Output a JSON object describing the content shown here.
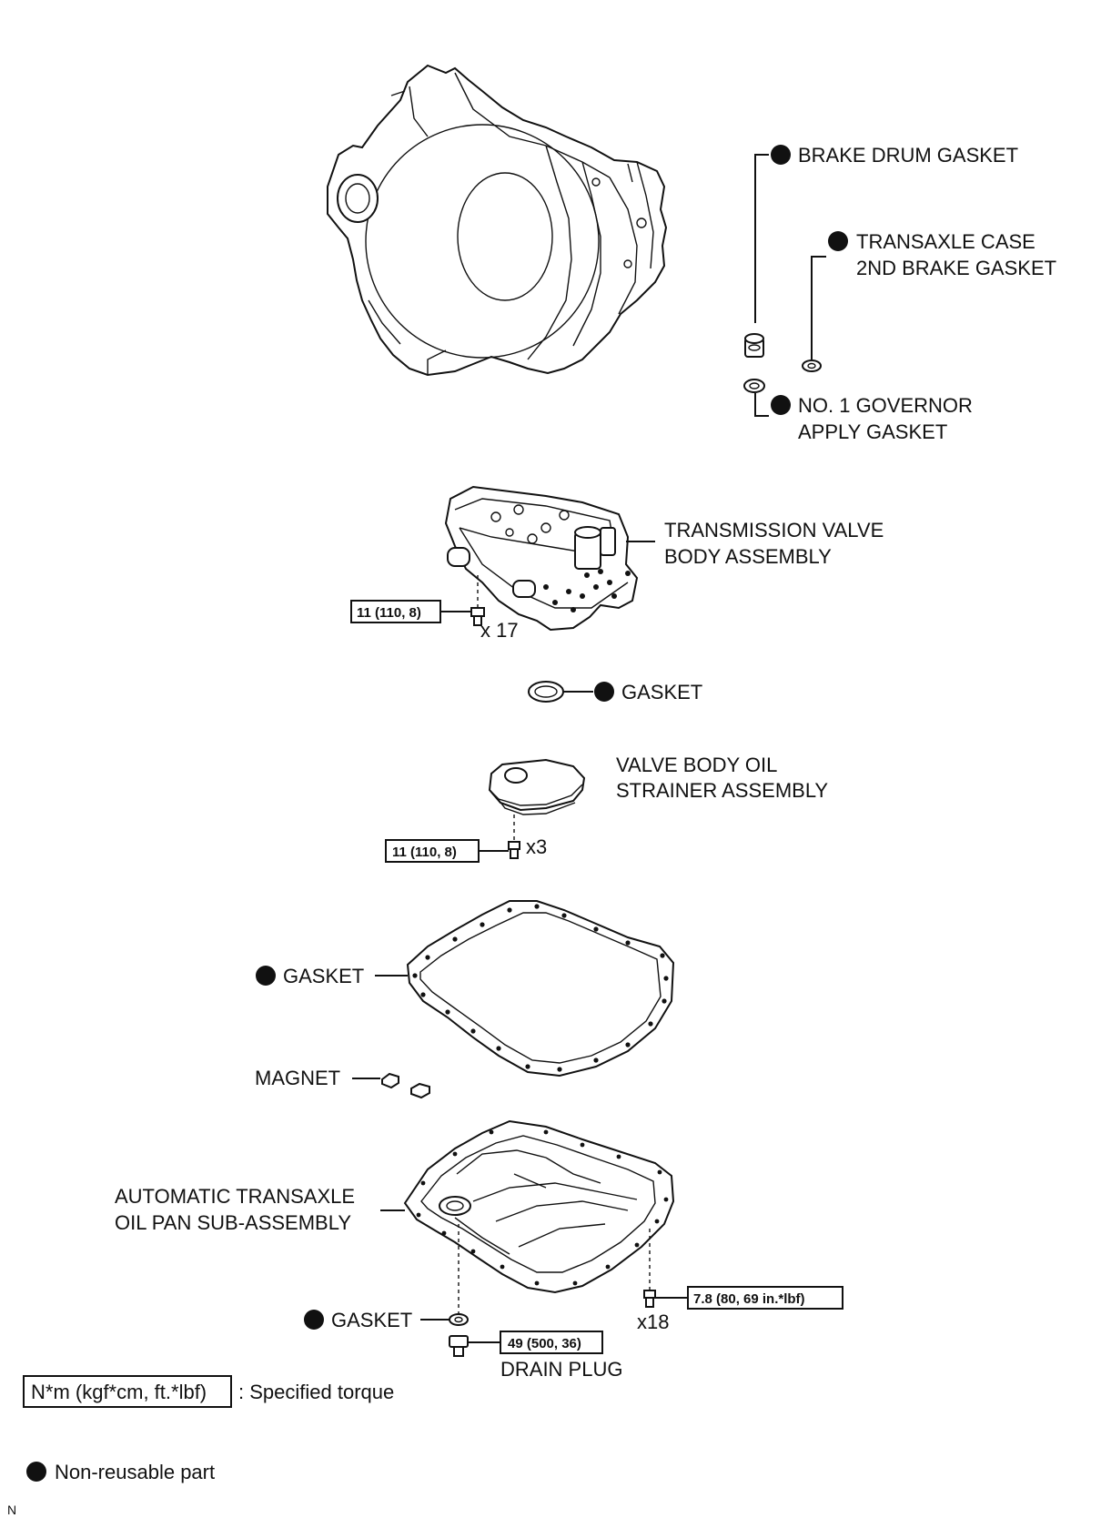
{
  "labels": {
    "brake_drum_gasket": "BRAKE DRUM GASKET",
    "case_2nd_brake_l1": "TRANSAXLE CASE",
    "case_2nd_brake_l2": "2ND BRAKE GASKET",
    "governor_l1": "NO. 1 GOVERNOR",
    "governor_l2": "APPLY GASKET",
    "valve_body_l1": "TRANSMISSION VALVE",
    "valve_body_l2": "BODY ASSEMBLY",
    "gasket": "GASKET",
    "strainer_l1": "VALVE BODY OIL",
    "strainer_l2": "STRAINER ASSEMBLY",
    "pan_gasket": "GASKET",
    "magnet": "MAGNET",
    "oil_pan_l1": "AUTOMATIC TRANSAXLE",
    "oil_pan_l2": "OIL PAN SUB-ASSEMBLY",
    "drain_gasket": "GASKET",
    "drain_plug": "DRAIN PLUG"
  },
  "torques": {
    "valve_body_bolts": "11 (110, 8)",
    "strainer_bolts": "11 (110, 8)",
    "oil_pan_bolts": "7.8 (80, 69 in.*lbf)",
    "drain_plug": "49 (500, 36)"
  },
  "quantities": {
    "valve_body_bolts": "x 17",
    "strainer_bolts": "x3",
    "oil_pan_bolts": "x18"
  },
  "legend": {
    "torque_box": "N*m (kgf*cm, ft.*lbf)",
    "torque_desc": ": Specified torque",
    "non_reusable": "Non-reusable part"
  },
  "corner_mark": "N"
}
